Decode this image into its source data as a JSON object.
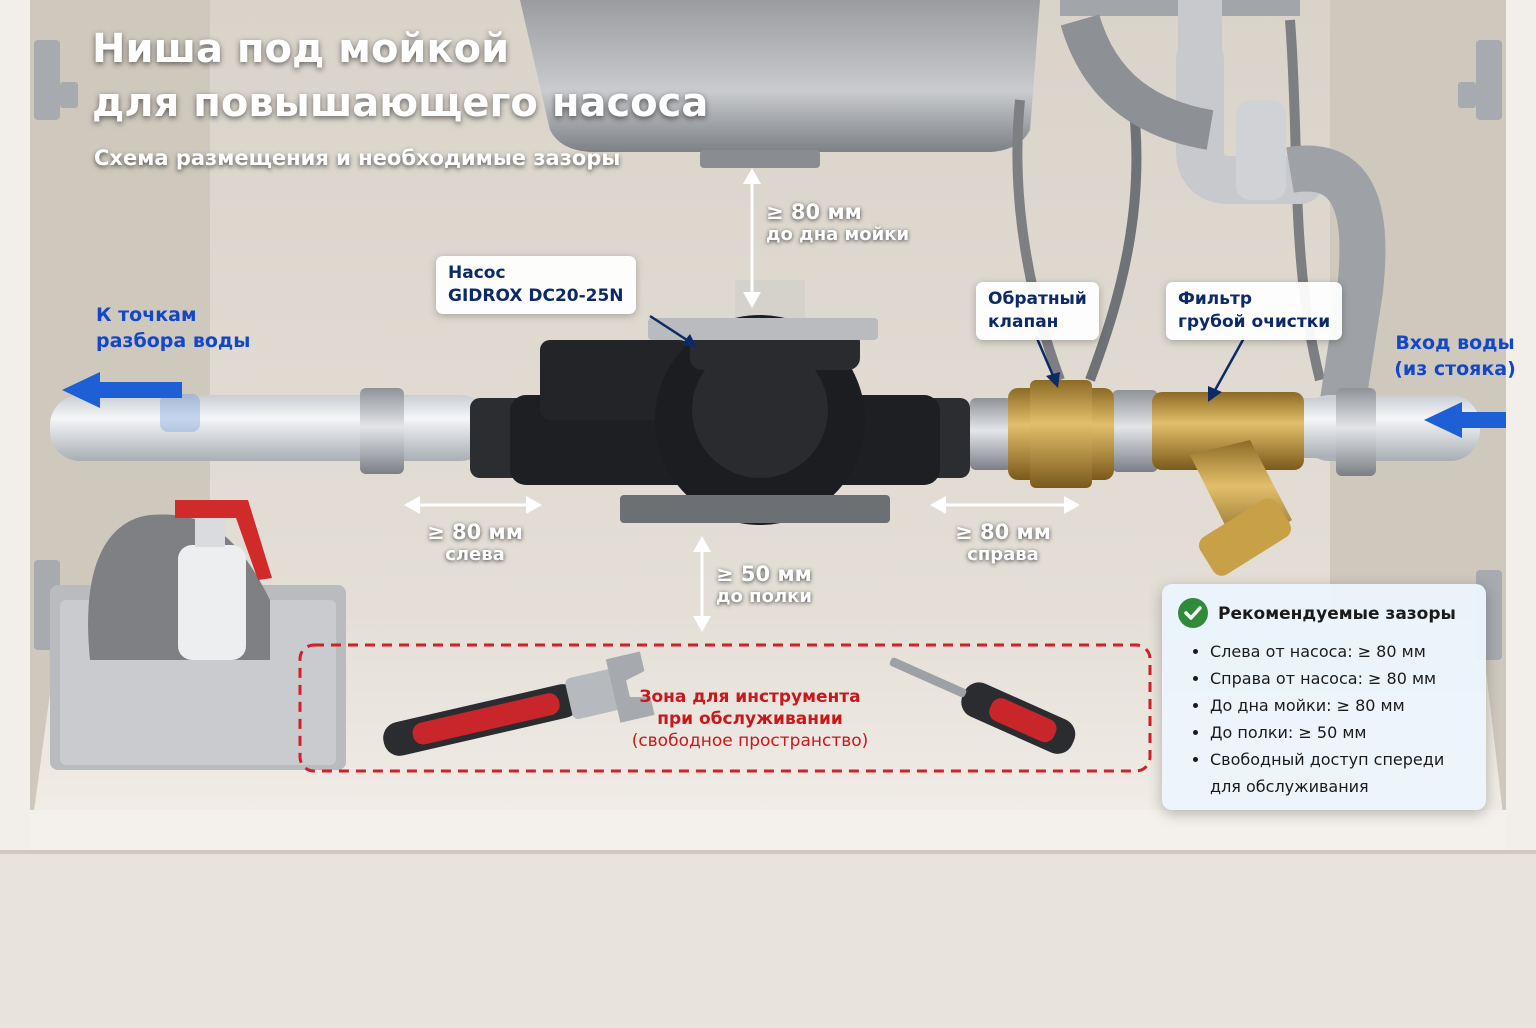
{
  "title": {
    "line1": "Ниша под мойкой",
    "line2": "для повышающего насоса"
  },
  "subtitle": "Схема размещения и необходимые зазоры",
  "labels": {
    "pump": {
      "line1": "Насос",
      "line2": "GIDROX DC20-25N"
    },
    "check_valve": {
      "line1": "Обратный",
      "line2": "клапан"
    },
    "filter": {
      "line1": "Фильтр",
      "line2": "грубой очистки"
    },
    "outlet": {
      "line1": "К точкам",
      "line2": "разбора воды"
    },
    "inlet": {
      "line1": "Вход воды",
      "line2": "(из стояка)"
    }
  },
  "dimensions": {
    "top": {
      "value": "≥ 80 мм",
      "note": "до дна мойки"
    },
    "left": {
      "value": "≥ 80 мм",
      "note": "слева"
    },
    "right": {
      "value": "≥ 80 мм",
      "note": "справа"
    },
    "bottom": {
      "value": "≥ 50 мм",
      "note": "до полки"
    }
  },
  "tool_zone": {
    "line1": "Зона для инструмента",
    "line2": "при обслуживании",
    "line3": "(свободное пространство)"
  },
  "panel": {
    "heading": "Рекомендуемые зазоры",
    "items": [
      "Слева от насоса: ≥ 80 мм",
      "Справа от насоса: ≥ 80 мм",
      "До дна мойки: ≥ 80 мм",
      "До полки: ≥ 50 мм",
      "Свободный доступ спереди",
      "для обслуживания"
    ]
  },
  "colors": {
    "flow_arrow": "#1f5fd6",
    "zone_red": "#d0202a",
    "check_green": "#2f8a3a",
    "label_navy": "#0d2a66"
  }
}
